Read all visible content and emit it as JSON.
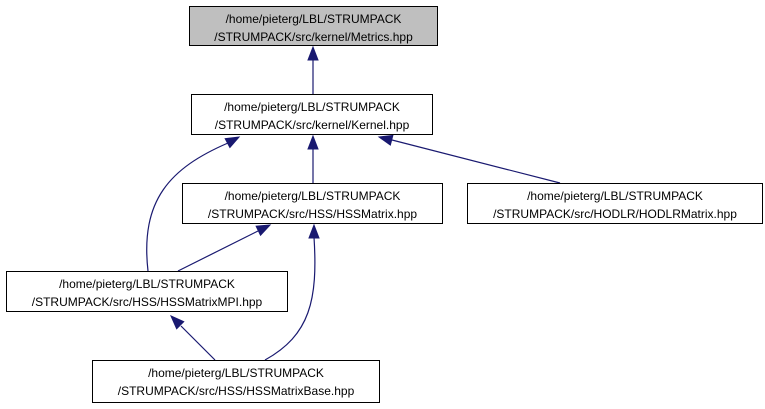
{
  "diagram": {
    "edge_color": "#191970",
    "current_fill": "#bfbfbf",
    "nodes": {
      "metrics": {
        "line1": "/home/pieterg/LBL/STRUMPACK",
        "line2": "/STRUMPACK/src/kernel/Metrics.hpp"
      },
      "kernel": {
        "line1": "/home/pieterg/LBL/STRUMPACK",
        "line2": "/STRUMPACK/src/kernel/Kernel.hpp"
      },
      "hss": {
        "line1": "/home/pieterg/LBL/STRUMPACK",
        "line2": "/STRUMPACK/src/HSS/HSSMatrix.hpp"
      },
      "hodlr": {
        "line1": "/home/pieterg/LBL/STRUMPACK",
        "line2": "/STRUMPACK/src/HODLR/HODLRMatrix.hpp"
      },
      "hssmpi": {
        "line1": "/home/pieterg/LBL/STRUMPACK",
        "line2": "/STRUMPACK/src/HSS/HSSMatrixMPI.hpp"
      },
      "hssbase": {
        "line1": "/home/pieterg/LBL/STRUMPACK",
        "line2": "/STRUMPACK/src/HSS/HSSMatrixBase.hpp"
      }
    },
    "edges": [
      {
        "from": "kernel",
        "to": "metrics"
      },
      {
        "from": "hss",
        "to": "kernel"
      },
      {
        "from": "hodlr",
        "to": "kernel"
      },
      {
        "from": "hssmpi",
        "to": "kernel"
      },
      {
        "from": "hssmpi",
        "to": "hss"
      },
      {
        "from": "hssbase",
        "to": "hss"
      },
      {
        "from": "hssbase",
        "to": "hssmpi"
      }
    ]
  }
}
